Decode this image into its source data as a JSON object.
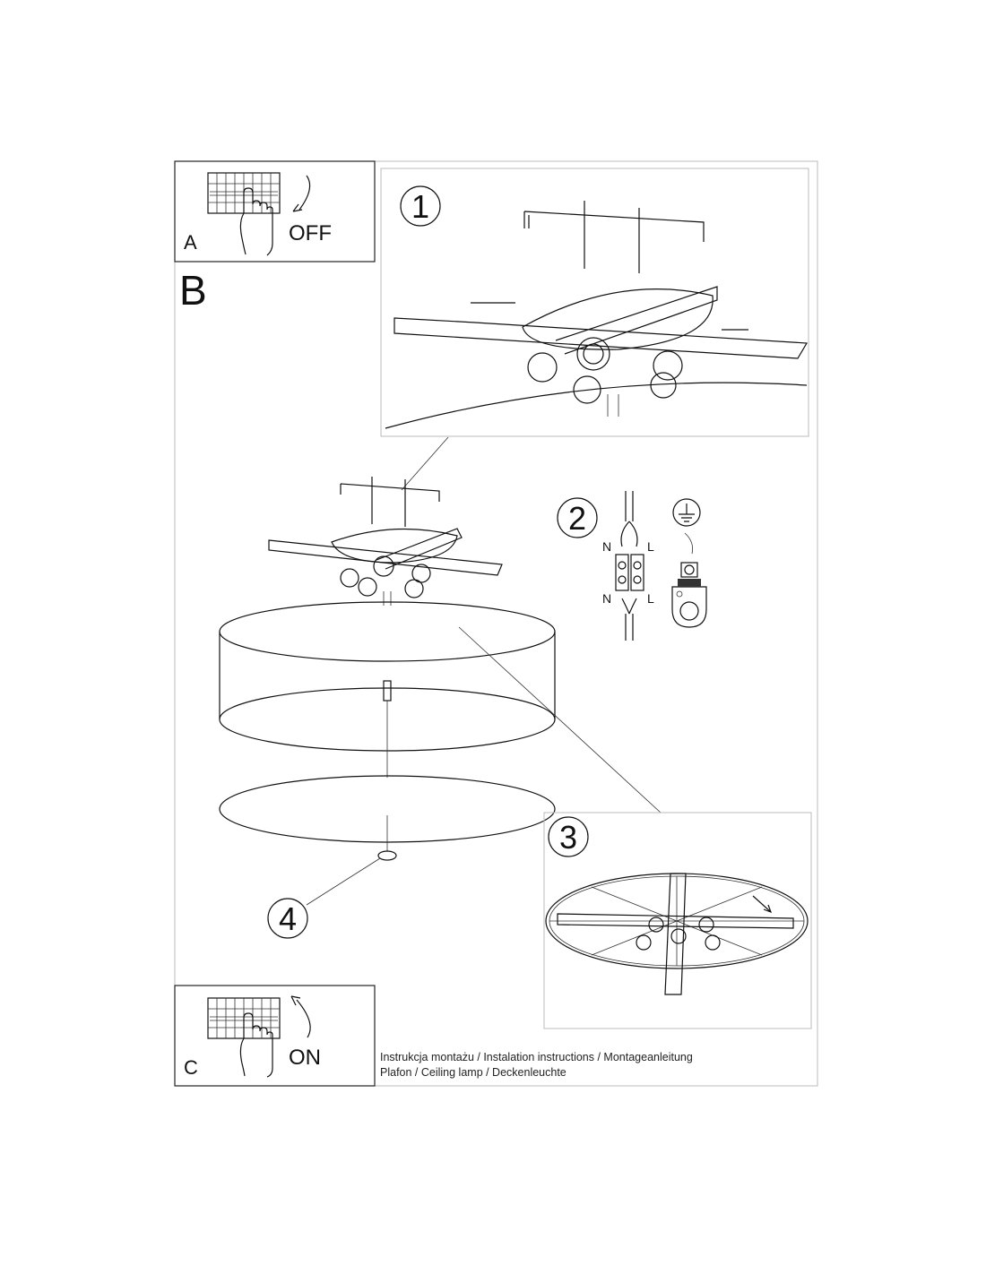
{
  "steps": {
    "a": {
      "label": "A",
      "action": "OFF"
    },
    "b": {
      "label": "B"
    },
    "c": {
      "label": "C",
      "action": "ON"
    },
    "step1": "1",
    "step2": "2",
    "step3": "3",
    "step4": "4"
  },
  "wiring": {
    "neutral_top": "N",
    "live_top": "L",
    "neutral_bottom": "N",
    "live_bottom": "L"
  },
  "caption": {
    "line1": "Instrukcja montażu / Instalation instructions / Montageanleitung",
    "line2": "Plafon / Ceiling lamp / Deckenleuchte"
  }
}
